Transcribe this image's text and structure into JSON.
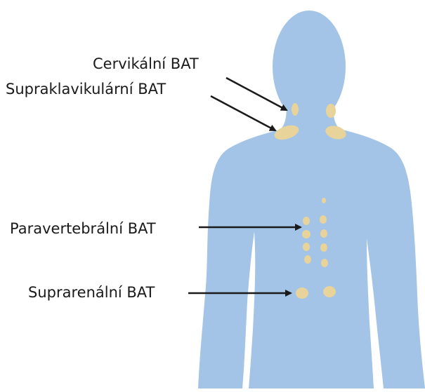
{
  "labels": {
    "cervical": "Cervikální BAT",
    "supraclavicular": "Supraklavikulární BAT",
    "paravertebral": "Paravertebrální BAT",
    "suprarenal": "Suprarenální BAT"
  },
  "colors": {
    "body": "#a3c4e6",
    "fat_deposit": "#e8d49a",
    "arrow": "#1a1a1a",
    "text": "#1a1a1a",
    "background": "#ffffff"
  }
}
